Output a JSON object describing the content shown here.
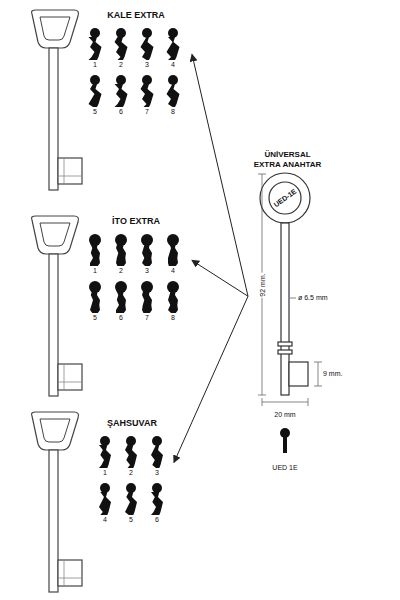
{
  "diagram": {
    "nodes": [
      {
        "text": [
          "KALE EXTRA"
        ]
      },
      {
        "text": [
          "İTO EXTRA"
        ]
      },
      {
        "text": [
          "ŞAHSUVAR"
        ]
      },
      {
        "text": [
          "ÜNİVERSAL EXTRA ANAHTAR"
        ]
      }
    ],
    "edges": [
      {
        "from": 3,
        "to": 0,
        "arrow": "to"
      },
      {
        "from": 3,
        "to": 1,
        "arrow": "to"
      },
      {
        "from": 3,
        "to": 2,
        "arrow": "to"
      }
    ],
    "labels": [
      "1",
      "2",
      "3",
      "4",
      "5",
      "6",
      "7",
      "8",
      "1",
      "2",
      "3",
      "4",
      "5",
      "6",
      "7",
      "8",
      "1",
      "2",
      "3",
      "4",
      "5",
      "6",
      "UED-1E",
      "92 mm.",
      "ø 6.5 mm",
      "9 mm.",
      "20 mm",
      "UED 1E"
    ]
  }
}
